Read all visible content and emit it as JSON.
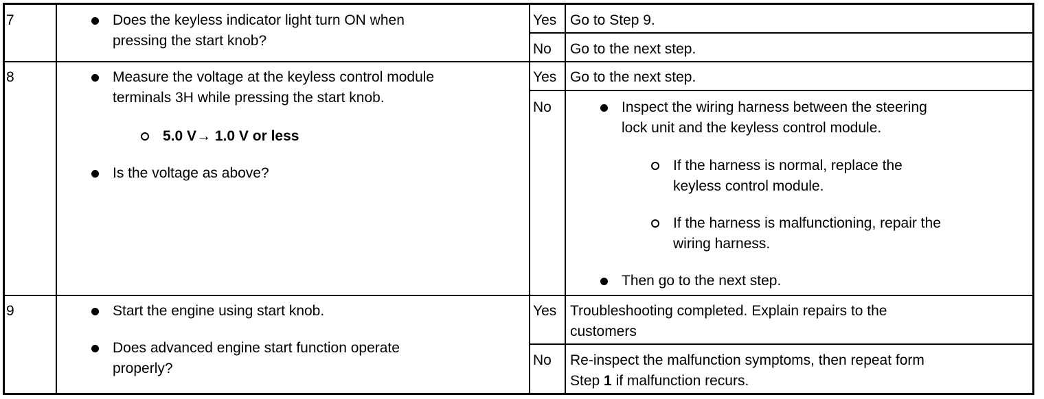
{
  "rows": [
    {
      "step": "7",
      "question": [
        "Does the keyless indicator light turn ON when",
        "pressing the start knob?"
      ],
      "yes_label": "Yes",
      "yes_action": "Go to Step 9.",
      "no_label": "No",
      "no_action": "Go to the next step."
    },
    {
      "step": "8",
      "question": [
        "Measure the voltage at the keyless control module",
        "terminals 3H while pressing the start knob."
      ],
      "spec": "5.0 V→ 1.0 V or less",
      "question2": "Is the voltage as above?",
      "yes_label": "Yes",
      "yes_action": "Go to the next step.",
      "no_label": "No",
      "no_items": {
        "inspect": [
          "Inspect the wiring harness between the steering",
          "lock unit and the keyless control module."
        ],
        "sub1": [
          "If the harness is normal, replace the",
          "keyless control module."
        ],
        "sub2": [
          "If the harness is malfunctioning, repair the",
          "wiring harness."
        ],
        "then": "Then go to the next step."
      }
    },
    {
      "step": "9",
      "question": "Start the engine using start knob.",
      "question2": [
        "Does advanced engine start function operate",
        "properly?"
      ],
      "yes_label": "Yes",
      "yes_action": [
        "Troubleshooting completed. Explain repairs to the",
        "customers"
      ],
      "no_label": "No",
      "no_action": [
        "Re-inspect the malfunction symptoms, then repeat form",
        "Step ",
        "1",
        " if malfunction recurs."
      ]
    }
  ]
}
